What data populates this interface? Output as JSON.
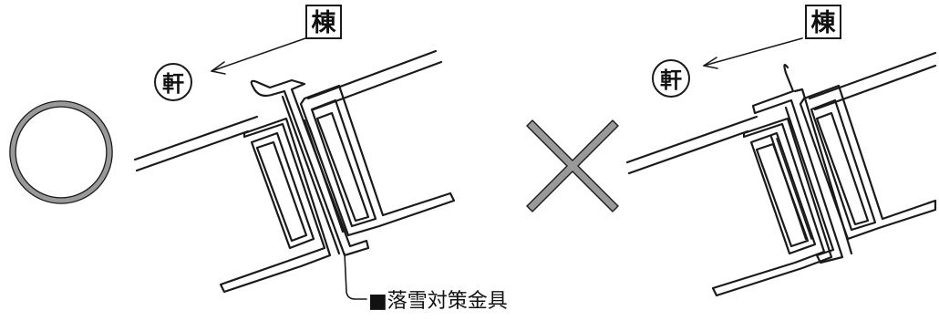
{
  "labels": {
    "ridge": "棟",
    "eaves": "軒",
    "part_name": "■落雪対策金具"
  },
  "symbols": {
    "correct": "○",
    "incorrect": "×"
  },
  "colors": {
    "line": "#1a1a1a",
    "mark_gray": "#999999"
  }
}
